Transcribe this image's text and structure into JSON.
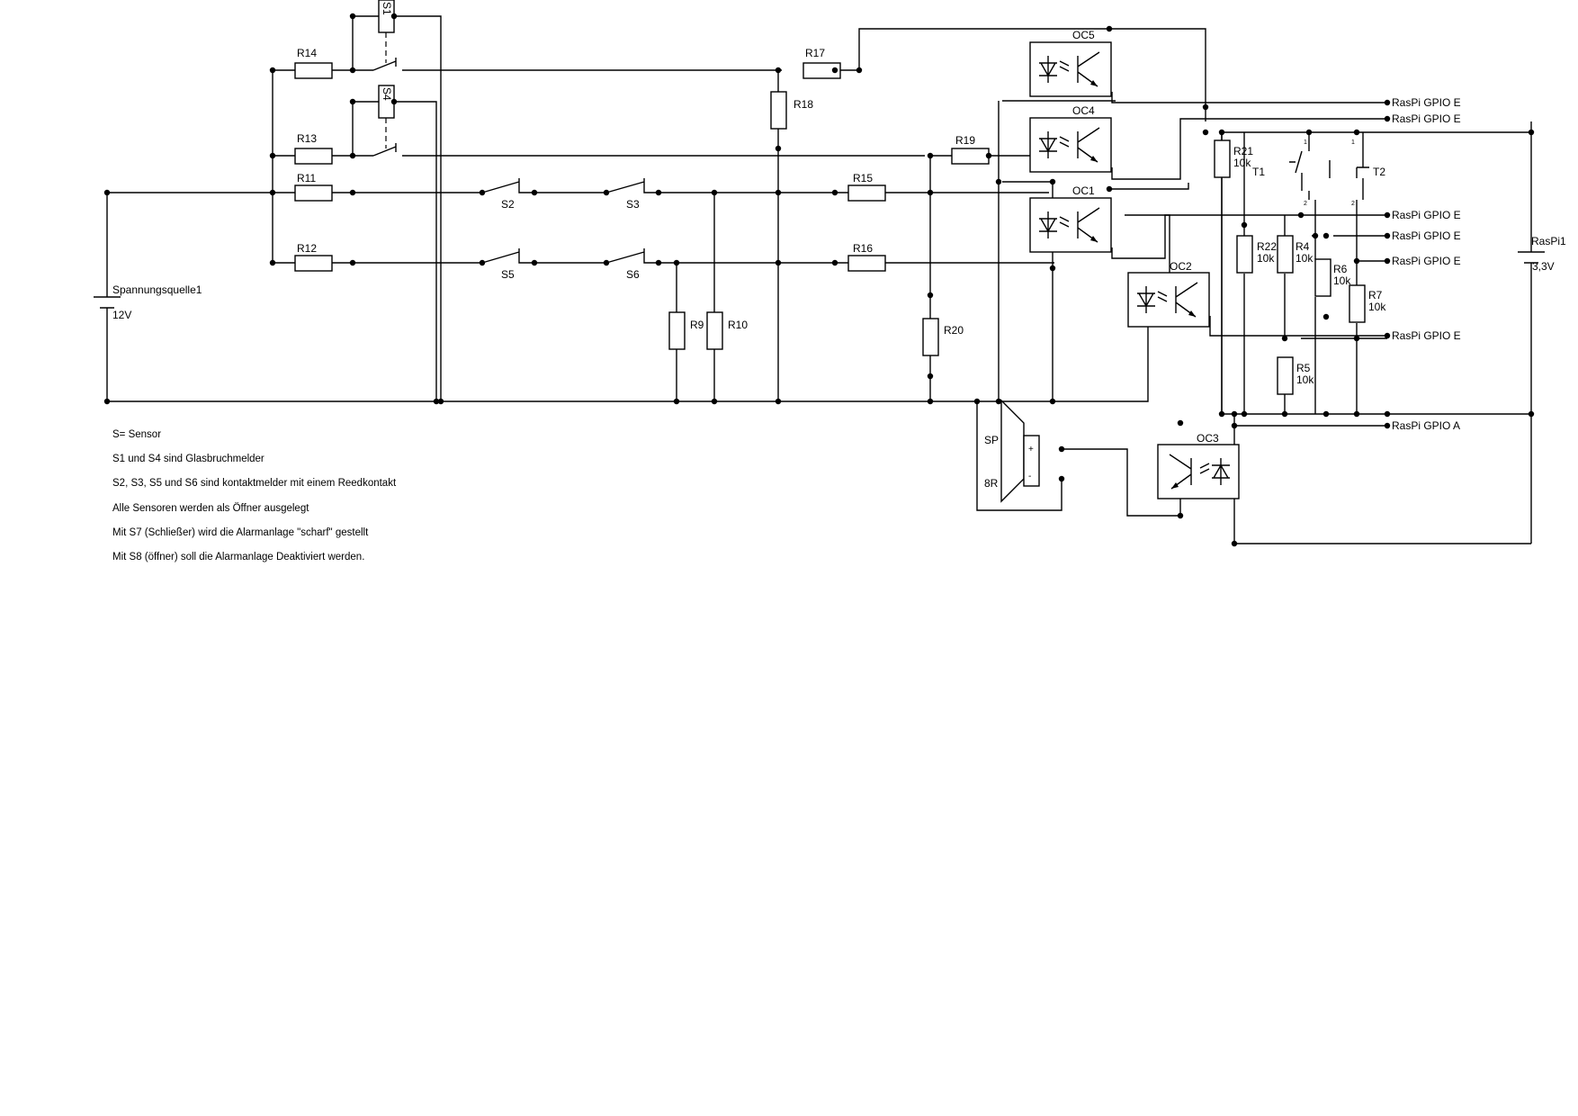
{
  "labels": {
    "R14": "R14",
    "R13": "R13",
    "R11": "R11",
    "R12": "R12",
    "R17": "R17",
    "R18": "R18",
    "R19": "R19",
    "R15": "R15",
    "R16": "R16",
    "R9": "R9",
    "R10": "R10",
    "R20": "R20",
    "R21": "R21",
    "R22": "R22",
    "R4": "R4",
    "R5": "R5",
    "R6": "R6",
    "R7": "R7",
    "S1": "S1",
    "S4": "S4",
    "S2": "S2",
    "S3": "S3",
    "S5": "S5",
    "S6": "S6",
    "OC5": "OC5",
    "OC4": "OC4",
    "OC1": "OC1",
    "OC2": "OC2",
    "OC3": "OC3",
    "T1": "T1",
    "T2": "T2",
    "SP": "SP",
    "8R": "8R",
    "plus": "+",
    "minus": "-",
    "pin1": "1",
    "pin2": "2",
    "source": "Spannungsquelle1",
    "source_value": "12V",
    "raspi": "RasPi1",
    "raspi_value": "3,3V",
    "k10": "10k"
  },
  "gpio": {
    "e1": "RasPi GPIO E",
    "e2": "RasPi GPIO E",
    "e3": "RasPi GPIO E",
    "e4": "RasPi GPIO E",
    "e5": "RasPi GPIO E",
    "e6": "RasPi GPIO E",
    "a1": "RasPi GPIO A"
  },
  "notes": [
    "S= Sensor",
    "S1 und S4 sind Glasbruchmelder",
    "S2, S3, S5 und S6 sind kontaktmelder mit einem Reedkontakt",
    "Alle Sensoren werden als Öffner ausgelegt",
    "Mit S7 (Schließer) wird die Alarmanlage \"scharf\" gestellt",
    "Mit S8 (öffner) soll die Alarmanlage Deaktiviert werden."
  ]
}
